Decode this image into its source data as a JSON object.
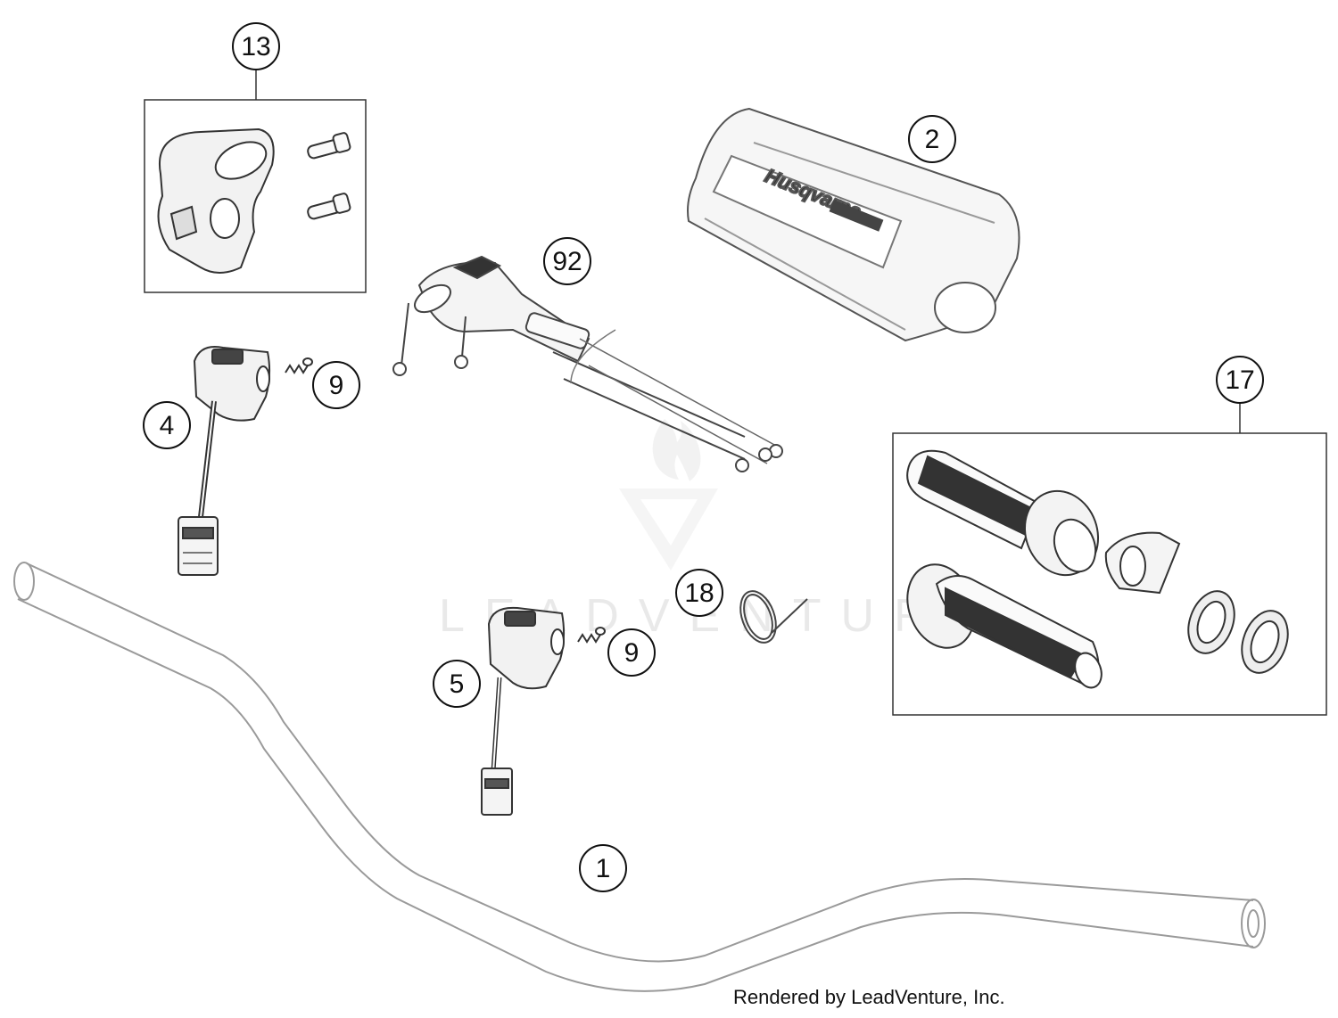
{
  "callouts": {
    "c1": "1",
    "c2": "2",
    "c4": "4",
    "c5": "5",
    "c9a": "9",
    "c9b": "9",
    "c13": "13",
    "c17": "17",
    "c18": "18",
    "c92": "92"
  },
  "watermark": "LEADVENTURE",
  "brand_logo_text": "Husqvarna",
  "credit": "Rendered by LeadVenture, Inc.",
  "icons": {
    "watermark_logo": "flame-v-logo-icon"
  }
}
